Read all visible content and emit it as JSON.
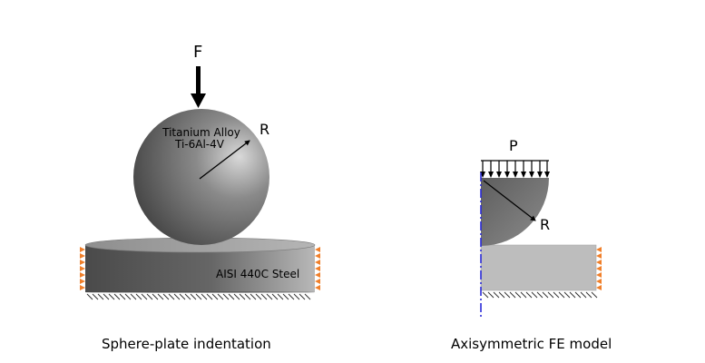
{
  "left_panel": {
    "force_label": "F",
    "radius_label": "R",
    "sphere_material_line1": "Titanium Alloy",
    "sphere_material_line2": "Ti-6Al-4V",
    "plate_material": "AISI 440C Steel",
    "caption": "Sphere-plate indentation"
  },
  "right_panel": {
    "pressure_label": "P",
    "radius_label": "R",
    "caption": "Axisymmetric FE model"
  },
  "colors": {
    "arrow": "#000000",
    "boundary_marker": "#f07f2a",
    "symmetry_axis": "#2b2bd8",
    "fe_plate": "#bdbdbd",
    "fe_sphere": "#6f6f6f"
  }
}
